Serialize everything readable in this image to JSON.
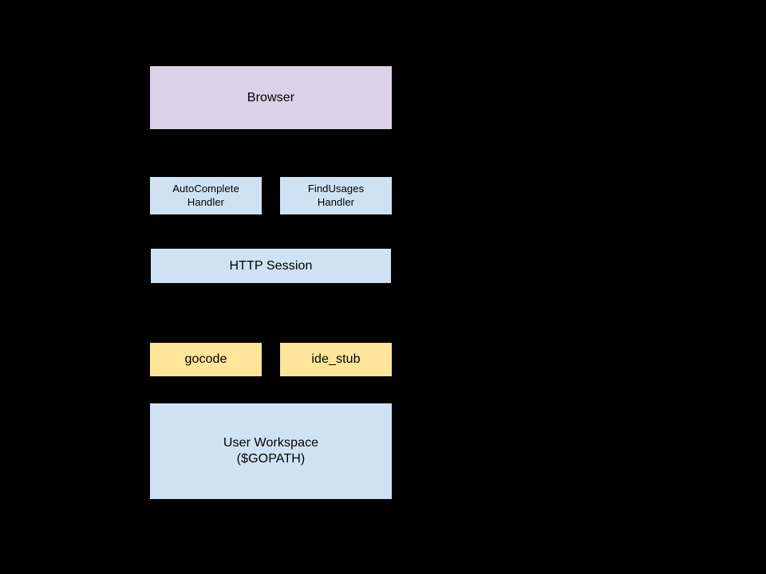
{
  "diagram": {
    "type": "block-architecture",
    "background_color": "#000000",
    "text_color": "#000000",
    "nodes": [
      {
        "id": "browser",
        "label": "Browser",
        "fill": "#d9d2e9",
        "border": "none",
        "shape": "rectangle"
      },
      {
        "id": "autocomplete-handler",
        "label": "AutoComplete\nHandler",
        "fill": "#cfe2f3",
        "border": "none",
        "shape": "rectangle"
      },
      {
        "id": "findusages-handler",
        "label": "FindUsages\nHandler",
        "fill": "#cfe2f3",
        "border": "none",
        "shape": "rectangle"
      },
      {
        "id": "http-session",
        "label": "HTTP Session",
        "fill": "#cfe2f3",
        "border": "dashed",
        "shape": "rectangle"
      },
      {
        "id": "gocode",
        "label": "gocode",
        "fill": "#ffe599",
        "border": "none",
        "shape": "rectangle"
      },
      {
        "id": "ide-stub",
        "label": "ide_stub",
        "fill": "#ffe599",
        "border": "none",
        "shape": "rectangle"
      },
      {
        "id": "user-workspace",
        "label": "User Workspace\n($GOPATH)",
        "fill": "#cfe2f3",
        "border": "none",
        "shape": "rectangle"
      }
    ]
  }
}
